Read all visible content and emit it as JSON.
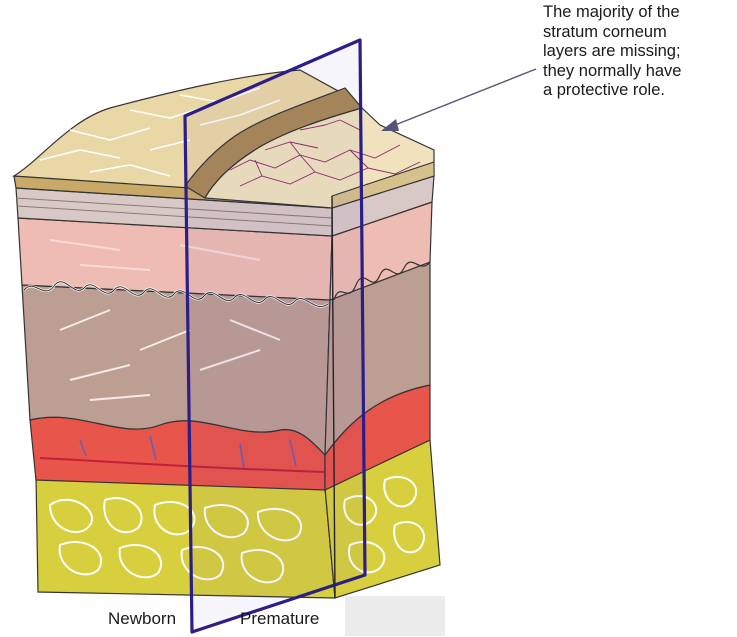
{
  "annotation": {
    "lines": [
      "The majority of the",
      "stratum corneum",
      "layers are missing;",
      "they normally have",
      "a protective role."
    ]
  },
  "labels": {
    "newborn": "Newborn",
    "premature": "Premature"
  },
  "colors": {
    "stratum_corneum_surface": "#ead7a6",
    "stratum_corneum_cut": "#a88a55",
    "epidermis_band": "#d9c9c6",
    "upper_dermis": "#eebcb2",
    "papillary_dermis": "#bd9e93",
    "vascular_layer": "#e8554a",
    "subcutaneous_fat": "#d7cf3d",
    "cut_plane_line": "#2b1e86",
    "capillary": "#8a2a6a"
  }
}
